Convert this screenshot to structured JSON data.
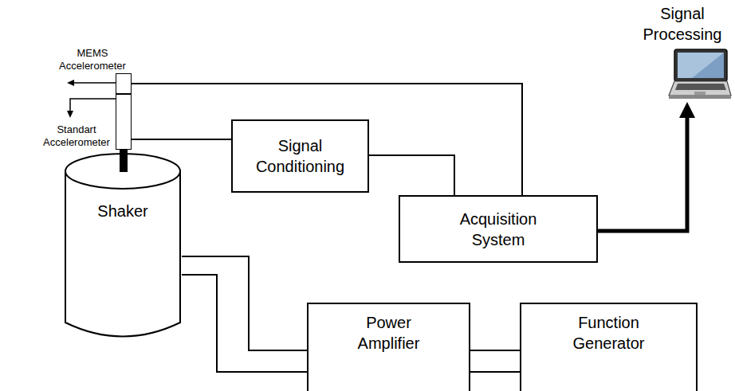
{
  "diagram": {
    "nodes": [
      {
        "text": [
          "MEMS Accelerometer"
        ]
      },
      {
        "text": [
          "Standart Accelerometer"
        ]
      },
      {
        "text": [
          "Signal Conditioning"
        ]
      },
      {
        "text": [
          "Acquisition System"
        ]
      },
      {
        "text": [
          "Signal Processing"
        ]
      },
      {
        "text": [
          "Shaker"
        ]
      },
      {
        "text": [
          "Power Amplifier"
        ]
      },
      {
        "text": [
          "Function Generator"
        ]
      }
    ],
    "edges": [
      {
        "from": 0,
        "to": 3,
        "arrow": "none"
      },
      {
        "from": 1,
        "to": 2,
        "arrow": "none"
      },
      {
        "from": 2,
        "to": 3,
        "arrow": "none"
      },
      {
        "from": 3,
        "to": 4,
        "arrow": "to"
      },
      {
        "from": 5,
        "to": 6,
        "arrow": "none"
      },
      {
        "from": 6,
        "to": 7,
        "arrow": "none"
      }
    ]
  }
}
